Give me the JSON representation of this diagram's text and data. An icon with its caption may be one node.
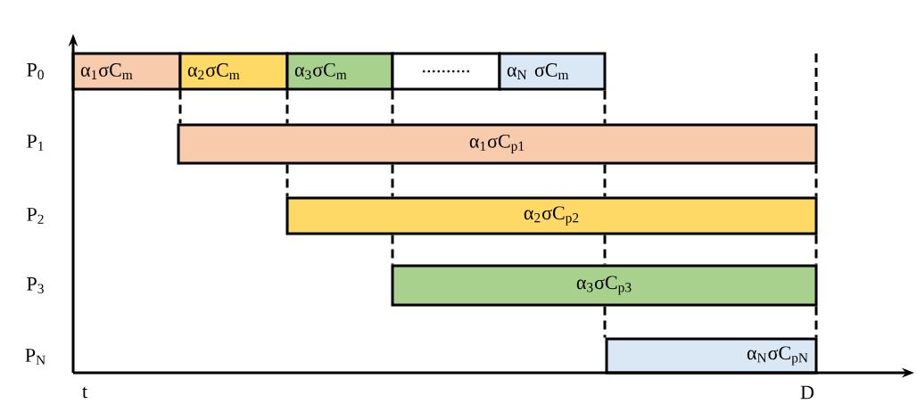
{
  "diagram": {
    "nodes": [
      {
        "text": [
          "α$_{1}$σC$_{m}$"
        ]
      },
      {
        "text": [
          "α$_{2}$σC$_{m}$"
        ]
      },
      {
        "text": [
          "α$_{3}$σC$_{m}$"
        ]
      },
      {
        "text": [
          ".........."
        ]
      },
      {
        "text": [
          "α$_{N}$ σC$_{m}$"
        ]
      },
      {
        "text": [
          "α$_{1}$σC$_{p1}$"
        ]
      },
      {
        "text": [
          "α$_{2}$σC$_{p2}$"
        ]
      },
      {
        "text": [
          "α$_{3}$σC$_{p3}$"
        ]
      },
      {
        "text": [
          "α$_{N}$σC$_{pN}$"
        ]
      }
    ],
    "edges": [
      {
        "from": 0,
        "to": 5,
        "arrow": "none",
        "style": "dashed"
      },
      {
        "from": 1,
        "to": 5,
        "arrow": "none",
        "style": "dashed"
      },
      {
        "from": 5,
        "to": 6,
        "arrow": "none",
        "style": "dashed"
      },
      {
        "from": 2,
        "to": 5,
        "arrow": "none",
        "style": "dashed"
      },
      {
        "from": 5,
        "to": 6,
        "arrow": "none",
        "style": "dashed"
      },
      {
        "from": 6,
        "to": 7,
        "arrow": "none",
        "style": "dashed"
      },
      {
        "from": 4,
        "to": 5,
        "arrow": "none",
        "style": "dashed"
      },
      {
        "from": 5,
        "to": 6,
        "arrow": "none",
        "style": "dashed"
      },
      {
        "from": 6,
        "to": 7,
        "arrow": "none",
        "style": "dashed"
      },
      {
        "from": 7,
        "to": 8,
        "arrow": "none",
        "style": "dashed"
      },
      {
        "from": null,
        "to": 5,
        "arrow": "none",
        "style": "dashed"
      },
      {
        "from": 5,
        "to": 6,
        "arrow": "none",
        "style": "dashed"
      },
      {
        "from": 6,
        "to": 7,
        "arrow": "none",
        "style": "dashed"
      },
      {
        "from": 7,
        "to": 8,
        "arrow": "none",
        "style": "dashed"
      }
    ],
    "labels": [
      "P$_{0}$",
      "P$_{1}$",
      "P$_{2}$",
      "P$_{3}$",
      "P$_{N}$",
      "t",
      "D"
    ]
  }
}
